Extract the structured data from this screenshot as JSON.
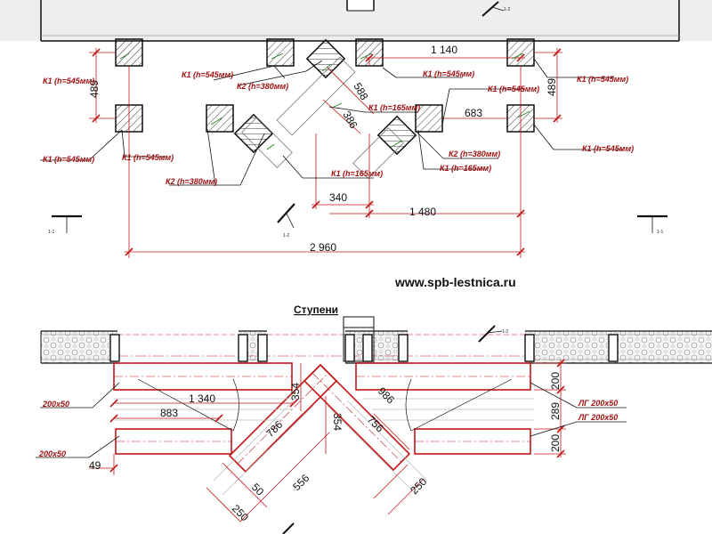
{
  "website": "www.spb-lestnica.ru",
  "section_title": "Ступени",
  "labels": {
    "k1": "К1 (h=545мм)",
    "k1_165": "К1 (h=165мм)",
    "k2": "К2 (h=380мм)",
    "lg": "ЛГ 200х50",
    "lg_short": "200х50",
    "cut_1_1": "1-1",
    "cut_1_2": "1-2"
  },
  "dimensions_top": {
    "d489_left": "489",
    "d489_right": "489",
    "d1140": "1 140",
    "d588": "588",
    "d386": "386",
    "d683": "683",
    "d340": "340",
    "d1480": "1 480",
    "d2960": "2 960"
  },
  "dimensions_bottom": {
    "d1340": "1 340",
    "d883": "883",
    "d354a": "354",
    "d354b": "354",
    "d786": "786",
    "d756": "756",
    "d986": "986",
    "d556": "556",
    "d50": "50",
    "d250a": "250",
    "d250b": "250",
    "d49": "49",
    "d200a": "200",
    "d289": "289",
    "d200b": "200"
  },
  "colors": {
    "accent_red": "#c01818",
    "line_black": "#111111",
    "wall_gray": "#eeeeee"
  }
}
